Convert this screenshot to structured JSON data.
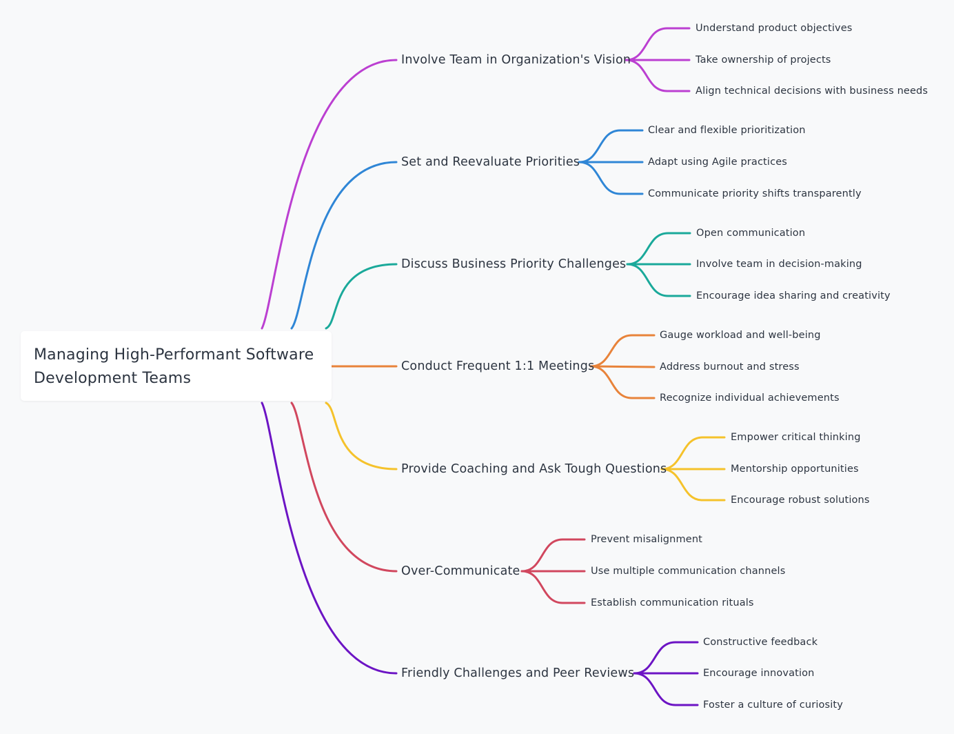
{
  "root": {
    "title": "Managing High-Performant Software Development Teams"
  },
  "branches": [
    {
      "label": "Involve Team in Organization's Vision",
      "color": "#bb3fd1",
      "children": [
        "Understand product objectives",
        "Take ownership of projects",
        "Align technical decisions with business needs"
      ]
    },
    {
      "label": "Set and Reevaluate Priorities",
      "color": "#2f86d6",
      "children": [
        "Clear and flexible prioritization",
        "Adapt using Agile practices",
        "Communicate priority shifts transparently"
      ]
    },
    {
      "label": "Discuss Business Priority Challenges",
      "color": "#1aa99a",
      "children": [
        "Open communication",
        "Involve team in decision-making",
        "Encourage idea sharing and creativity"
      ]
    },
    {
      "label": "Conduct Frequent 1:1 Meetings",
      "color": "#e8833a",
      "children": [
        "Gauge workload and well-being",
        "Address burnout and stress",
        "Recognize individual achievements"
      ]
    },
    {
      "label": "Provide Coaching and Ask Tough Questions",
      "color": "#f5c22b",
      "children": [
        "Empower critical thinking",
        "Mentorship opportunities",
        "Encourage robust solutions"
      ]
    },
    {
      "label": "Over-Communicate",
      "color": "#d1475e",
      "children": [
        "Prevent misalignment",
        "Use multiple communication channels",
        "Establish communication rituals"
      ]
    },
    {
      "label": "Friendly Challenges and Peer Reviews",
      "color": "#6c14c4",
      "children": [
        "Constructive feedback",
        "Encourage innovation",
        "Foster a culture of curiosity"
      ]
    }
  ]
}
